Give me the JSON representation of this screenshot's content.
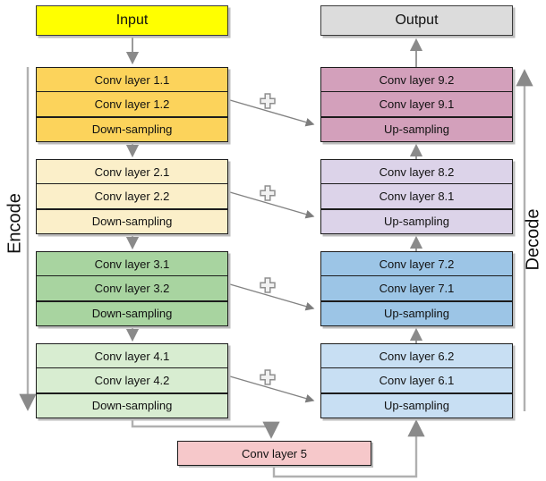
{
  "input": {
    "label": "Input",
    "fill": "#FFFF00"
  },
  "output": {
    "label": "Output",
    "fill": "#DCDCDC"
  },
  "encode_label": "Encode",
  "decode_label": "Decode",
  "bottleneck": {
    "label": "Conv layer 5",
    "fill": "#F6C8CA"
  },
  "encoder_blocks": [
    {
      "fill": "#FCD35B",
      "rows": [
        "Conv layer 1.1",
        "Conv layer 1.2",
        "Down-sampling"
      ]
    },
    {
      "fill": "#FBEFC9",
      "rows": [
        "Conv layer 2.1",
        "Conv layer 2.2",
        "Down-sampling"
      ]
    },
    {
      "fill": "#A8D4A0",
      "rows": [
        "Conv layer 3.1",
        "Conv layer 3.2",
        "Down-sampling"
      ]
    },
    {
      "fill": "#D8EDD1",
      "rows": [
        "Conv layer 4.1",
        "Conv layer 4.2",
        "Down-sampling"
      ]
    }
  ],
  "decoder_blocks": [
    {
      "fill": "#D3A0BB",
      "rows": [
        "Conv layer 9.2",
        "Conv layer 9.1",
        "Up-sampling"
      ]
    },
    {
      "fill": "#DCD3E9",
      "rows": [
        "Conv layer 8.2",
        "Conv layer 8.1",
        "Up-sampling"
      ]
    },
    {
      "fill": "#9CC5E6",
      "rows": [
        "Conv layer 7.2",
        "Conv layer 7.1",
        "Up-sampling"
      ]
    },
    {
      "fill": "#C8DFF3",
      "rows": [
        "Conv layer 6.2",
        "Conv layer 6.1",
        "Up-sampling"
      ]
    }
  ],
  "skip_symbol": "plus",
  "palette": {
    "step_connector": "#8f8f8f",
    "flow_connector": "#b0b0b0",
    "box_border": "#1c1c1c"
  }
}
